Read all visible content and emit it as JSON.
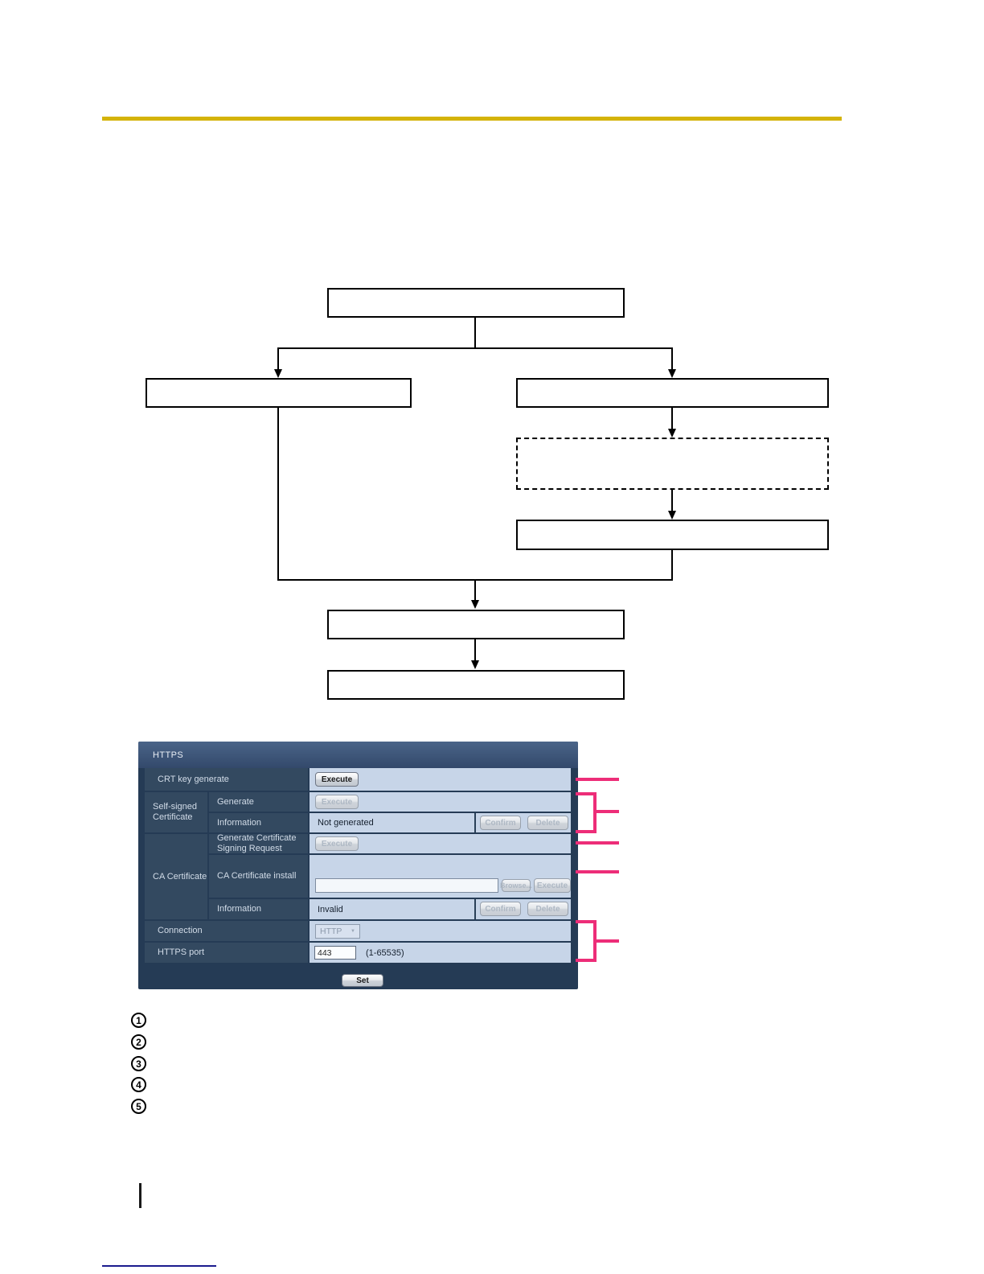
{
  "colors": {
    "accent_yellow": "#D4B30A",
    "callout_pink": "#ED2D78",
    "panel_dark": "#253B55",
    "panel_cell_light": "#C7D5E8"
  },
  "https_panel": {
    "title": "HTTPS",
    "buttons": {
      "execute": "Execute",
      "confirm": "Confirm",
      "delete": "Delete",
      "browse": "Browse...",
      "set": "Set"
    },
    "rows": {
      "crt_key": {
        "label": "CRT key generate"
      },
      "self_signed": {
        "group": "Self-signed Certificate",
        "generate": "Generate",
        "information": "Information",
        "information_value": "Not generated"
      },
      "ca": {
        "group": "CA Certificate",
        "csr": "Generate Certificate Signing Request",
        "install": "CA Certificate install",
        "information": "Information",
        "information_value": "Invalid"
      },
      "connection": {
        "label": "Connection",
        "value": "HTTP"
      },
      "https_port": {
        "label": "HTTPS port",
        "value": "443",
        "range": "(1-65535)"
      }
    },
    "dropdown_arrow": "▼"
  },
  "callout_numbers": [
    "1",
    "2",
    "3",
    "4",
    "5"
  ]
}
